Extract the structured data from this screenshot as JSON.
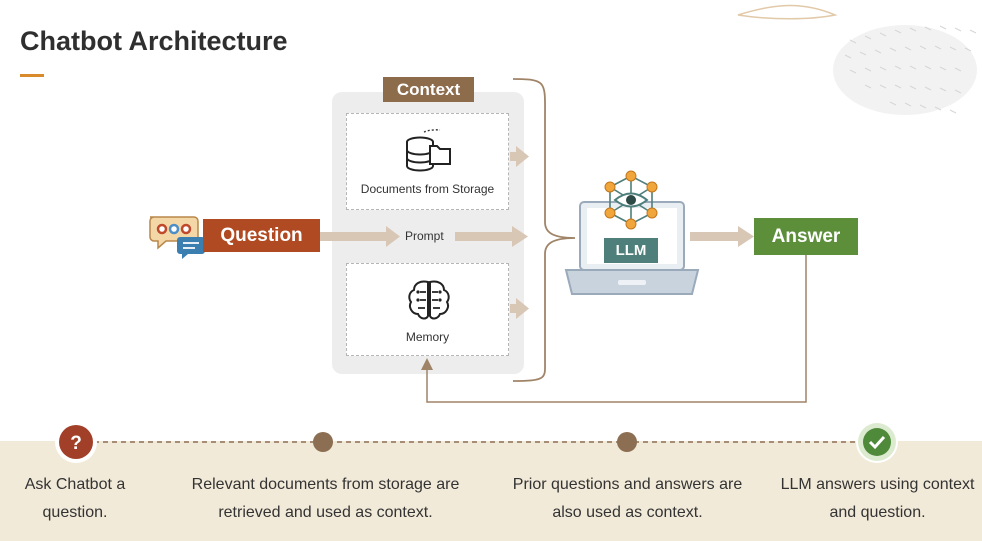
{
  "title": "Chatbot Architecture",
  "diagram": {
    "context": "Context",
    "documents": "Documents from Storage",
    "prompt": "Prompt",
    "memory": "Memory",
    "question": "Question",
    "llm": "LLM",
    "answer": "Answer"
  },
  "steps": [
    {
      "text": "Ask Chatbot a question."
    },
    {
      "text": "Relevant documents from storage are retrieved and used as context."
    },
    {
      "text": "Prior questions and answers are also used as context."
    },
    {
      "text": "LLM answers using context and question."
    }
  ],
  "colors": {
    "question": "#b04a22",
    "answer": "#5d8f3b",
    "context": "#8d6c4c",
    "llm": "#4f7f7a",
    "accent": "#d98a2b",
    "band": "#f2ead9"
  }
}
